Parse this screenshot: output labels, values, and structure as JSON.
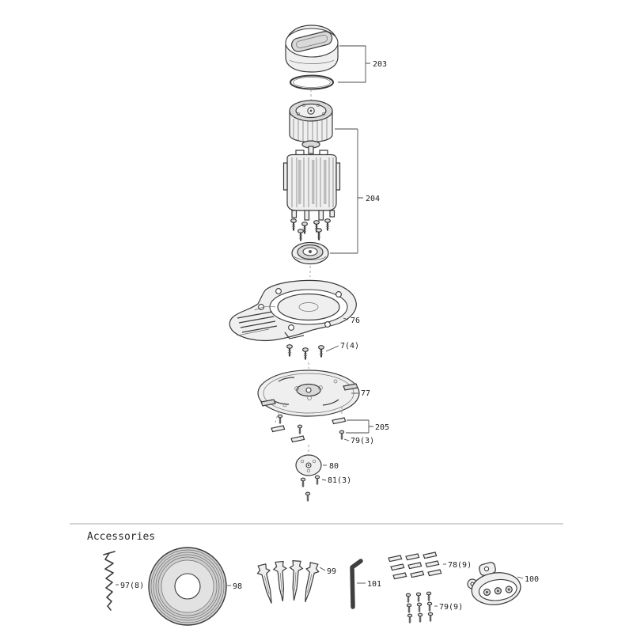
{
  "parts": {
    "cap": "203",
    "motor": "204",
    "base_plate": "76",
    "base_screws": "7(4)",
    "blade_disc": "77",
    "blade_kit": "205",
    "blade_screws": "79(3)",
    "mount_disc": "80",
    "mount_screws": "81(3)"
  },
  "accessories": {
    "heading": "Accessories",
    "spiral_stake": "97(8)",
    "wire_spool": "98",
    "pegs": "99",
    "hex_key": "101",
    "spare_blades": "78(9)",
    "spare_screws": "79(9)",
    "connector": "100"
  }
}
